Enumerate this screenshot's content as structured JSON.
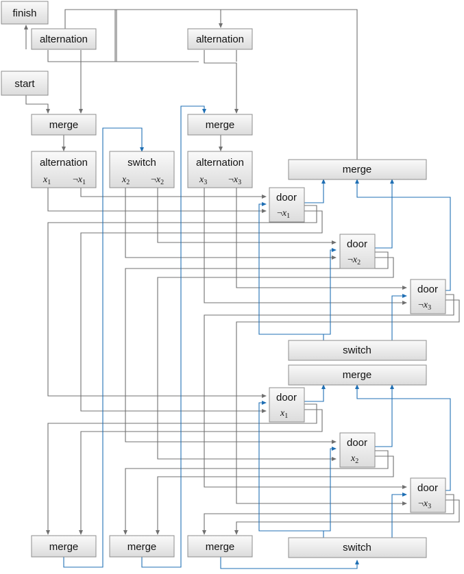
{
  "colors": {
    "gray_wire": "#707070",
    "blue_wire": "#1f6fb4",
    "box_border": "#8c8c8c",
    "box_fill_top": "#fafafa",
    "box_fill_bottom": "#dcdcdc"
  },
  "labels": {
    "finish": "finish",
    "start": "start",
    "alternation": "alternation",
    "merge": "merge",
    "switch": "switch",
    "door": "door"
  },
  "vars": {
    "x1": "x",
    "x2": "x",
    "x3": "x",
    "sub1": "1",
    "sub2": "2",
    "sub3": "3",
    "neg": "¬"
  }
}
